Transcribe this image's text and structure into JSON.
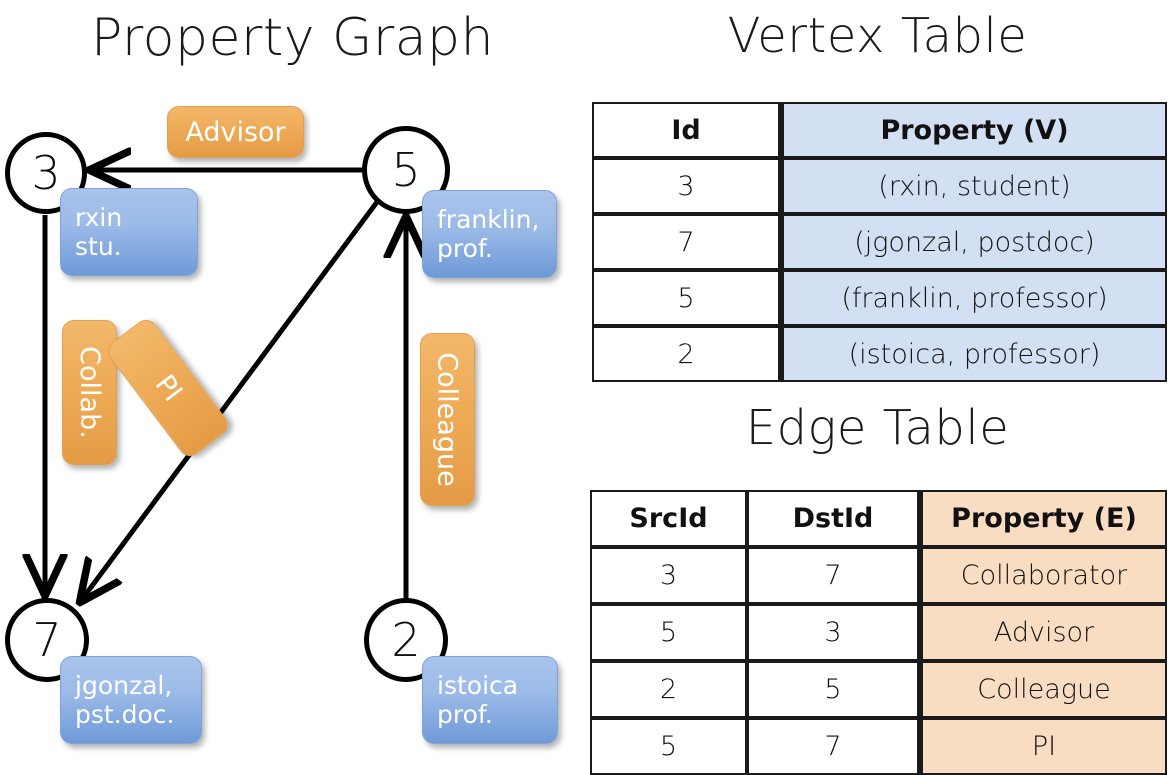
{
  "titles": {
    "graph": "Property Graph",
    "vertex_table": "Vertex Table",
    "edge_table": "Edge Table"
  },
  "graph": {
    "nodes": [
      {
        "id": "3",
        "label": "3",
        "property_lines": [
          "rxin",
          "stu."
        ]
      },
      {
        "id": "5",
        "label": "5",
        "property_lines": [
          "franklin,",
          "prof."
        ]
      },
      {
        "id": "7",
        "label": "7",
        "property_lines": [
          "jgonzal,",
          "pst.doc."
        ]
      },
      {
        "id": "2",
        "label": "2",
        "property_lines": [
          "istoica",
          "prof."
        ]
      }
    ],
    "edge_labels": [
      {
        "name": "advisor",
        "text": "Advisor",
        "orientation": "horizontal"
      },
      {
        "name": "collab",
        "text": "Collab.",
        "orientation": "vertical"
      },
      {
        "name": "pi",
        "text": "PI",
        "orientation": "rotated"
      },
      {
        "name": "colleague",
        "text": "Colleague",
        "orientation": "vertical"
      }
    ]
  },
  "vertex_table": {
    "headers": [
      "Id",
      "Property (V)"
    ],
    "rows": [
      {
        "id": "3",
        "property": "(rxin, student)"
      },
      {
        "id": "7",
        "property": "(jgonzal, postdoc)"
      },
      {
        "id": "5",
        "property": "(franklin, professor)"
      },
      {
        "id": "2",
        "property": "(istoica, professor)"
      }
    ]
  },
  "edge_table": {
    "headers": [
      "SrcId",
      "DstId",
      "Property (E)"
    ],
    "rows": [
      {
        "src": "3",
        "dst": "7",
        "property": "Collaborator"
      },
      {
        "src": "5",
        "dst": "3",
        "property": "Advisor"
      },
      {
        "src": "2",
        "dst": "5",
        "property": "Colleague"
      },
      {
        "src": "5",
        "dst": "7",
        "property": "PI"
      }
    ]
  },
  "colors": {
    "vertex_property_fill": "#d3dff2",
    "edge_property_fill": "#f8ddc2",
    "node_box_blue": "#8db0e0",
    "edge_box_orange": "#eeab57",
    "stroke": "#1a1a1a"
  }
}
